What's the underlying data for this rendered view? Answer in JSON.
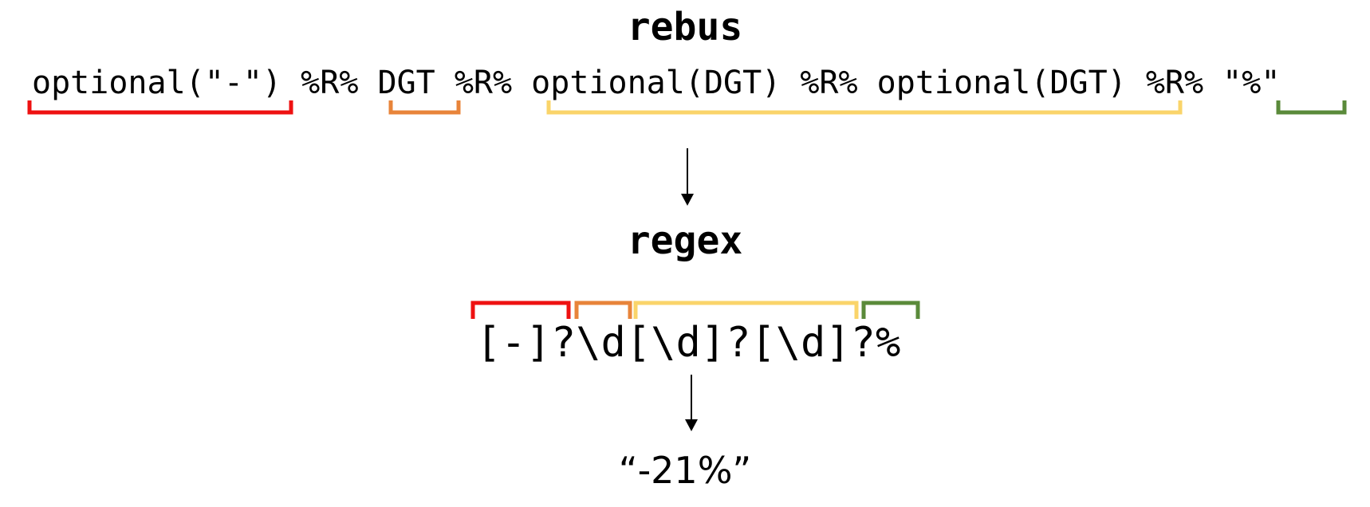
{
  "rebus": {
    "title": "rebus",
    "tokens": [
      "optional(\"-\")",
      " %R% ",
      "DGT",
      " %R% ",
      "optional(DGT)",
      " %R% ",
      "optional(DGT)",
      " %R% ",
      "\"%\""
    ]
  },
  "regex": {
    "title": "regex",
    "tokens": [
      "[-]?",
      "\\d",
      "[\\d]?[\\d]?",
      "%"
    ]
  },
  "example": "“-21%”",
  "colors": {
    "part1": "#ee1111",
    "part2": "#e8843a",
    "part3": "#fad46a",
    "part4": "#5a8a3a",
    "arrow": "#000000"
  }
}
